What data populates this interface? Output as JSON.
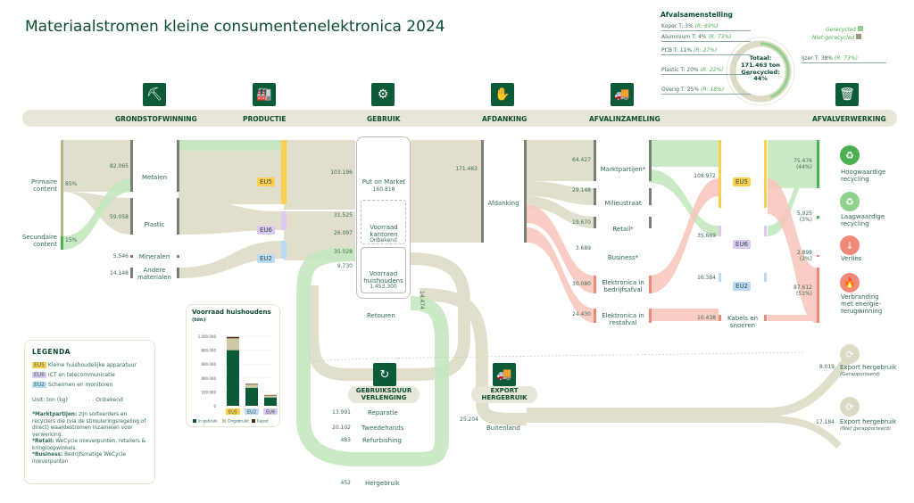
{
  "title": "Materiaalstromen kleine consumentenelektronica 2024",
  "stages": [
    "GRONDSTOFWINNING",
    "PRODUCTIE",
    "GEBRUIK",
    "AFDANKING",
    "AFVALINZAMELING",
    "AFVALVERWERKING"
  ],
  "sources": {
    "primary": "Primaire content",
    "primary_pct": "85%",
    "secondary": "Secundaire content",
    "secondary_pct": "15%"
  },
  "materials": [
    {
      "label": "Metalen",
      "value": "82.065"
    },
    {
      "label": "Plastic",
      "value": "59.058"
    },
    {
      "label": "Mineralen",
      "value": "5.546"
    },
    {
      "label": "Andere materialen",
      "value": "14.148"
    }
  ],
  "categories": {
    "eu5": "EU5",
    "eu6": "EU6",
    "eu2": "EU2"
  },
  "use": {
    "values": [
      "103.196",
      "31.525",
      "26.097",
      "35.028",
      "9.730"
    ],
    "pom_label": "Put on Market",
    "pom_value": "160.818",
    "office_label": "Voorraad kantoren",
    "office_value": "Onbekend",
    "household_label": "Voorraad huishoudens",
    "household_value": "1.453.300",
    "retouren": "Retouren",
    "retouren_value": "14.474"
  },
  "disposal": {
    "value": "171.463",
    "label": "Afdanking"
  },
  "collection": [
    {
      "label": "Marktpartijen*",
      "value": "64.427"
    },
    {
      "label": "Milieustraat",
      "value": "29.148"
    },
    {
      "label": "Retail*",
      "value": "19.670"
    },
    {
      "label": "Business*",
      "value": "3.689"
    },
    {
      "label": "Elektronica in bedrijfsafval",
      "value": "30.080"
    },
    {
      "label": "Elektronica in restafval",
      "value": "24.430"
    }
  ],
  "sorted": [
    {
      "label": "EU5",
      "value": "108.972"
    },
    {
      "label": "EU6",
      "value": "35.669"
    },
    {
      "label": "EU2",
      "value": "16.384"
    },
    {
      "label": "Kabels en snoeren",
      "value": "10.438"
    }
  ],
  "processing": [
    {
      "label": "Hoogwaardige recycling",
      "value": "75.476",
      "pct": "(44%)"
    },
    {
      "label": "Laagwaardige recycling",
      "value": "5.925",
      "pct": "(3%)"
    },
    {
      "label": "Verlies",
      "value": "2.898",
      "pct": "(2%)"
    },
    {
      "label": "Verbranding met energie-terugwinning",
      "value": "87.612",
      "pct": "(51%)"
    }
  ],
  "export_recycling": [
    {
      "label": "Export hergebruik",
      "sub": "(Gerapporteerd)",
      "value": "8.019"
    },
    {
      "label": "Export hergebruik",
      "sub": "(Niet gerapporteerd)",
      "value": "17.184"
    }
  ],
  "composition": {
    "title": "Afvalsamenstelling",
    "legend_recycled": "Gerecycled",
    "legend_not": "Niet-gerecycled",
    "items": [
      {
        "name": "Koper",
        "t": "T: 3%",
        "r": "(R: 69%)"
      },
      {
        "name": "Aluminium",
        "t": "T: 4%",
        "r": "(R: 73%)"
      },
      {
        "name": "PCB",
        "t": "T: 11%",
        "r": "(R: 27%)"
      },
      {
        "name": "Plastic",
        "t": "T: 20%",
        "r": "(R: 22%)"
      },
      {
        "name": "Overig",
        "t": "T: 25%",
        "r": "(R: 18%)"
      },
      {
        "name": "Ijzer",
        "t": "T: 38%",
        "r": "(R: 73%)"
      }
    ],
    "total_label": "Totaal:",
    "total_value": "171.463 ton",
    "recycled_label": "Gerecycled:",
    "recycled_value": "44%",
    "recycled_fraction": 0.44
  },
  "lifetime": {
    "title": "GEBRUIKSDUUR VERLENGING",
    "items": [
      {
        "label": "Reparatie",
        "value": "13.991"
      },
      {
        "label": "Tweedehands",
        "value": "20.102"
      },
      {
        "label": "Refurbishing",
        "value": "483"
      }
    ],
    "reuse_label": "Hergebruik",
    "reuse_value": "452"
  },
  "export": {
    "title": "EXPORT HERGEBRUIK",
    "label": "Buitenland",
    "value": "25.204"
  },
  "legend": {
    "title": "LEGENDA",
    "items": [
      {
        "badge": "EU5",
        "label": "Kleine huishoudelijke apparatuur"
      },
      {
        "badge": "EU6",
        "label": "ICT en telecommunicatie"
      },
      {
        "badge": "EU2",
        "label": "Schermen en monitoren"
      }
    ],
    "unit": "Unit: ton (kg)",
    "unknown": "Onbekend",
    "notes": [
      {
        "b": "*Marktpartijen:",
        "t": " zijn sorteerders en recyclers die (via de stimuleringsregeling of direct) waardestromen inzamelen voor verwerking."
      },
      {
        "b": "*Retail:",
        "t": " WeCycle inleverpunten, retailers & kringloopwinkels"
      },
      {
        "b": "*Business:",
        "t": " Bedrijfsmatige WeCycle inleverpunten"
      }
    ]
  },
  "chart_data": {
    "type": "bar",
    "title": "Voorraad huishoudens",
    "subtitle": "(ton)",
    "categories": [
      "EU5",
      "EU2",
      "EU6"
    ],
    "series": [
      {
        "name": "In gebruik",
        "color": "#0b5b37",
        "values": [
          800000,
          260000,
          120000
        ]
      },
      {
        "name": "Ongebruikt",
        "color": "#cfcaa6",
        "values": [
          170000,
          45000,
          28000
        ]
      },
      {
        "name": "Kapot",
        "color": "#4a2a10",
        "values": [
          20000,
          10000,
          8000
        ]
      }
    ],
    "ylim": [
      0,
      1000000
    ],
    "yticks": [
      "0",
      "200.000",
      "400.000",
      "600.000",
      "800.000",
      "1.000.000"
    ],
    "stacked": true,
    "legend": "bottom"
  }
}
